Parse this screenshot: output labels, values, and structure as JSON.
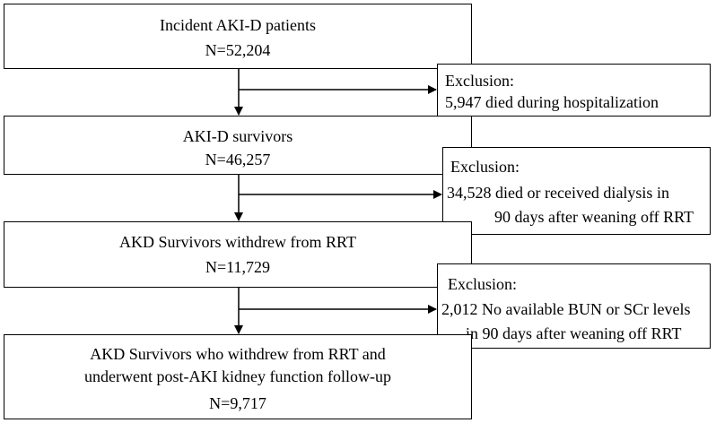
{
  "flow": {
    "step1": {
      "title": "Incident AKI-D patients",
      "count": "N=52,204"
    },
    "step2": {
      "title": "AKI-D survivors",
      "count": "N=46,257"
    },
    "step3": {
      "title": "AKD Survivors withdrew from RRT",
      "count": "N=11,729"
    },
    "step4": {
      "title_line1": "AKD Survivors who withdrew from RRT and",
      "title_line2": "underwent post-AKI kidney function follow-up",
      "count": "N=9,717"
    }
  },
  "exclusions": {
    "ex1": {
      "header": "Exclusion:",
      "line1": "5,947 died during hospitalization"
    },
    "ex2": {
      "header": "Exclusion:",
      "line1": "34,528 died or received dialysis in",
      "line2": "90 days after weaning off RRT"
    },
    "ex3": {
      "header": "Exclusion:",
      "line1": "2,012 No available BUN or SCr levels",
      "line2": "in 90 days after weaning off RRT"
    }
  }
}
